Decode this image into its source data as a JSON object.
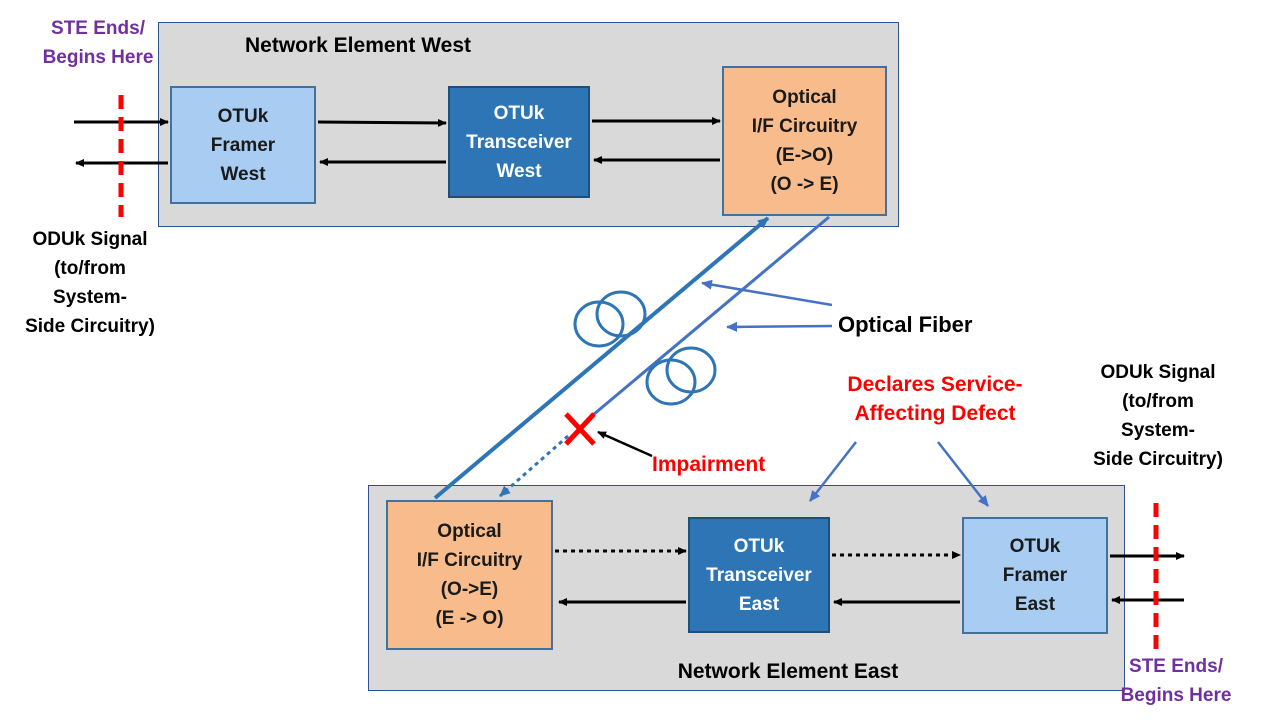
{
  "ne_west": {
    "title": "Network Element West",
    "framer": [
      "OTUk",
      "Framer",
      "West"
    ],
    "transceiver": [
      "OTUk",
      "Transceiver",
      "West"
    ],
    "optical": [
      "Optical",
      "I/F Circuitry",
      "(E->O)",
      "(O -> E)"
    ]
  },
  "ne_east": {
    "title": "Network Element East",
    "optical": [
      "Optical",
      "I/F Circuitry",
      "(O->E)",
      "(E -> O)"
    ],
    "transceiver": [
      "OTUk",
      "Transceiver",
      "East"
    ],
    "framer": [
      "OTUk",
      "Framer",
      "East"
    ]
  },
  "labels": {
    "ste_west": [
      "STE Ends/",
      "Begins Here"
    ],
    "ste_east": [
      "STE Ends/",
      "Begins Here"
    ],
    "oduk_west": [
      "ODUk Signal",
      "(to/from",
      "System-",
      "Side Circuitry)"
    ],
    "oduk_east": [
      "ODUk Signal",
      "(to/from",
      "System-",
      "Side Circuitry)"
    ],
    "optical_fiber": "Optical Fiber",
    "declares": [
      "Declares Service-",
      "Affecting Defect"
    ],
    "impairment": "Impairment"
  },
  "colors": {
    "ne_background": "#d9d9d9",
    "light_box": "#a9cdf2",
    "dark_box": "#2e75b6",
    "orange_box": "#f8bc8c",
    "ste_marker": "#ff0000",
    "ste_text": "#7030a0",
    "fiber": "#2e75b6",
    "alert_text": "#ff0000"
  }
}
